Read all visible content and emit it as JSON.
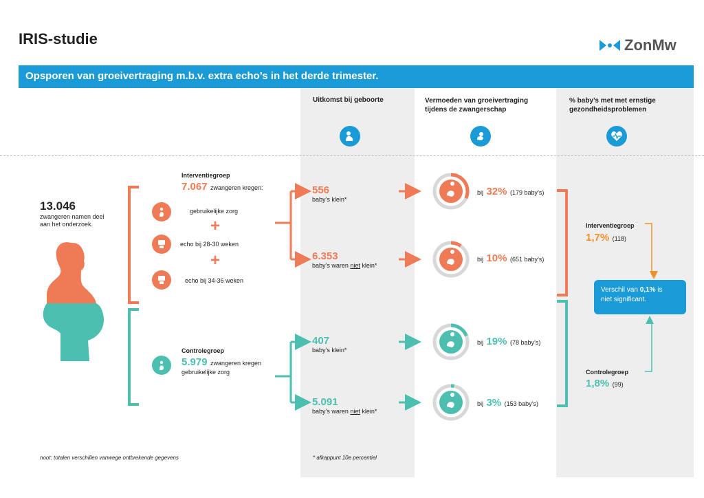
{
  "header": {
    "title": "IRIS-studie",
    "logo_text": "ZonMw"
  },
  "banner": {
    "text": "Opsporen van groeivertraging m.b.v. extra echo’s in het derde trimester."
  },
  "columns": {
    "col1": "Uitkomst bij geboorte",
    "col2_line1": "Vermoeden van groeivertraging",
    "col2_line2": "tijdens de zwangerschap",
    "col3_line1": "% baby’s met met ernstige",
    "col3_line2": "gezondheidsproblemen"
  },
  "total": {
    "number": "13.046",
    "line1": "zwangeren namen deel",
    "line2": "aan het onderzoek."
  },
  "intervention": {
    "title": "Interventiegroep",
    "count": "7.067",
    "count_text": "zwangeren kregen:",
    "item1": "gebruikelijke zorg",
    "item2": "echo bij 28-30 weken",
    "item3": "echo bij 34-36 weken"
  },
  "control": {
    "title": "Controlegroep",
    "count": "5.979",
    "count_text": "zwangeren kregen",
    "line2": "gebruikelijke zorg"
  },
  "outcomes": [
    {
      "number": "556",
      "label": "baby’s klein*",
      "pct": "32%",
      "detail": "(179 baby’s)",
      "bij": "bij",
      "fraction": 0.32
    },
    {
      "number": "6.353",
      "label_pre": "baby’s waren ",
      "label_u": "niet",
      "label_post": " klein*",
      "pct": "10%",
      "detail": "(651 baby’s)",
      "bij": "bij",
      "fraction": 0.1
    },
    {
      "number": "407",
      "label": "baby’s klein*",
      "pct": "19%",
      "detail": "(78 baby’s)",
      "bij": "bij",
      "fraction": 0.19
    },
    {
      "number": "5.091",
      "label_pre": "baby’s waren ",
      "label_u": "niet",
      "label_post": " klein*",
      "pct": "3%",
      "detail": "(153 baby’s)",
      "bij": "bij",
      "fraction": 0.03
    }
  ],
  "results": {
    "intervention_title": "Interventiegroep",
    "intervention_pct": "1,7%",
    "intervention_n": "(118)",
    "control_title": "Controlegroep",
    "control_pct": "1,8%",
    "control_n": "(99)",
    "diff_pre": "Verschil van ",
    "diff_val": "0,1%",
    "diff_post": " is",
    "diff_line2": "niet significant."
  },
  "notes": {
    "left": "noot: totalen verschillen vanwege ontbrekende gegevens",
    "mid": "* afkappunt 10e percentiel"
  },
  "colors": {
    "blue": "#1a9ad6",
    "orange": "#ee7b55",
    "teal": "#4cbfb1",
    "gray": "#eeeeee"
  }
}
